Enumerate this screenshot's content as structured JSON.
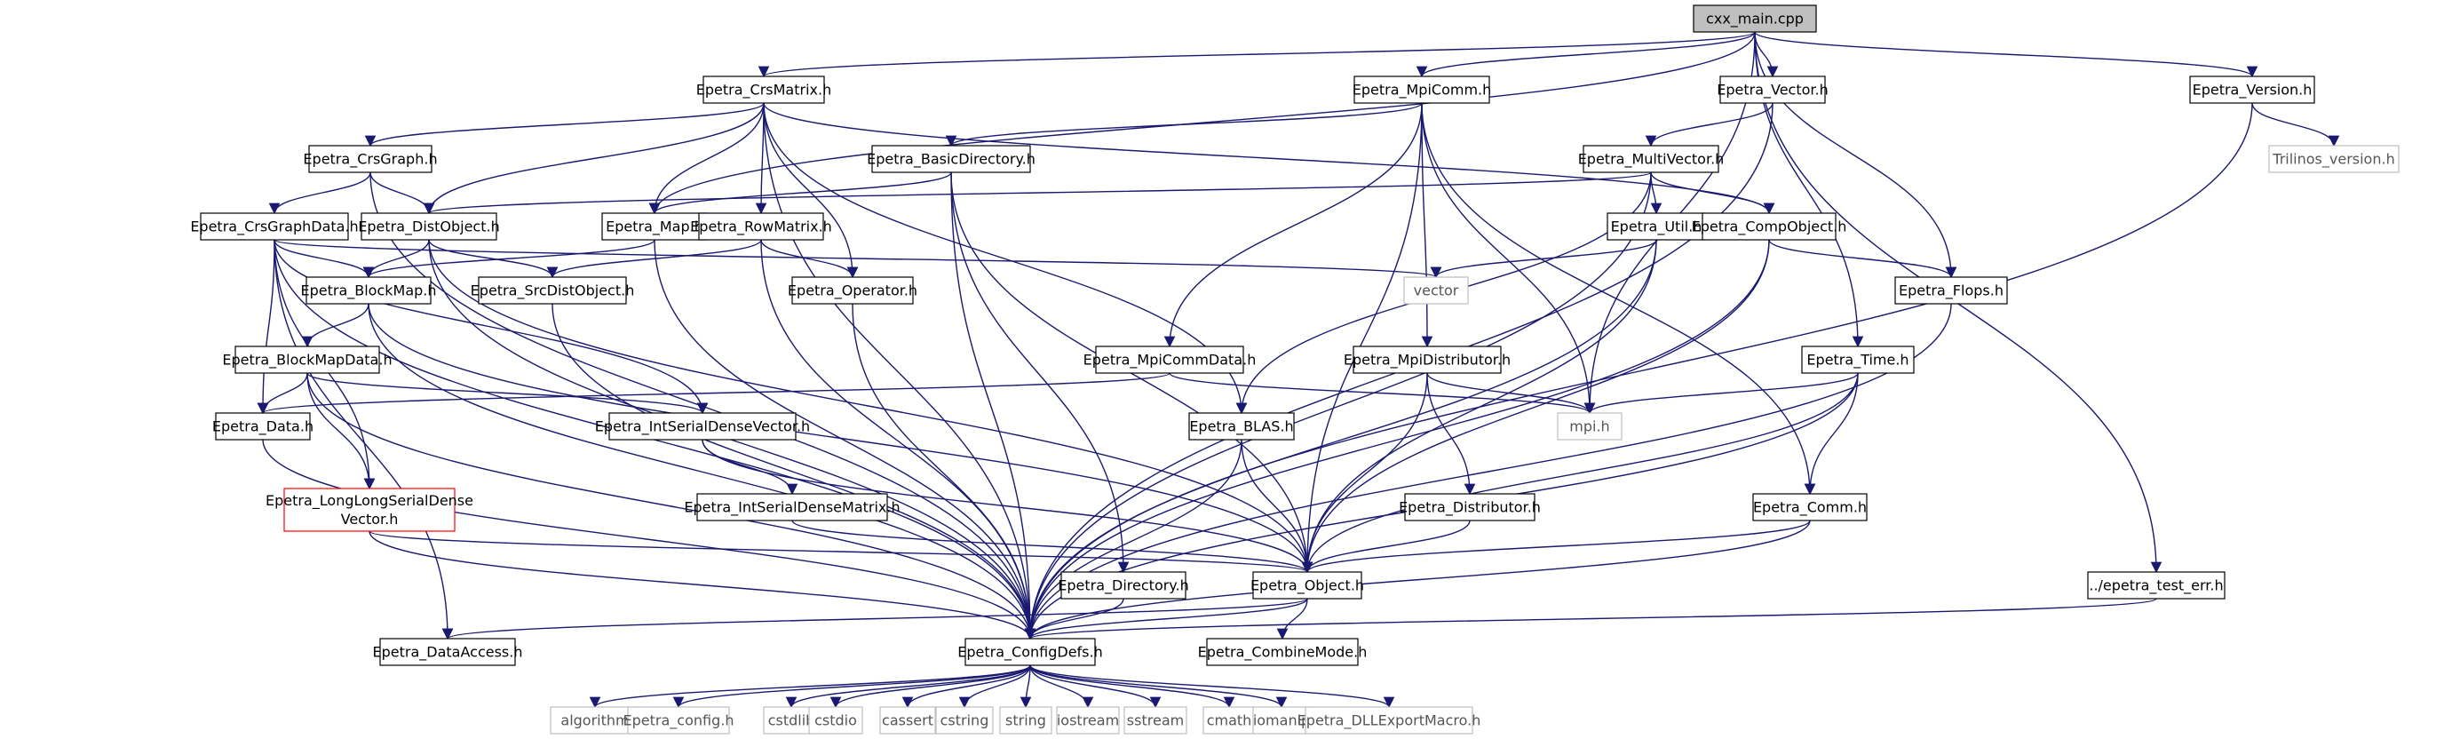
{
  "colors": {
    "edge": "#191970",
    "box_default": "#000000",
    "box_root_fill": "#bfbfbf",
    "box_highlight": "#ff0000",
    "box_dim": "#bfbfbf",
    "text": "#000000",
    "text_dim": "#555555"
  },
  "nodes": [
    {
      "id": "cxx_main",
      "label": "cxx_main.cpp",
      "style": "root"
    },
    {
      "id": "crsmatrix",
      "label": "Epetra_CrsMatrix.h",
      "style": "normal"
    },
    {
      "id": "mpicomm",
      "label": "Epetra_MpiComm.h",
      "style": "normal"
    },
    {
      "id": "vector",
      "label": "Epetra_Vector.h",
      "style": "normal"
    },
    {
      "id": "version",
      "label": "Epetra_Version.h",
      "style": "normal"
    },
    {
      "id": "trilinos_version",
      "label": "Trilinos_version.h",
      "style": "dim"
    },
    {
      "id": "crsgraph",
      "label": "Epetra_CrsGraph.h",
      "style": "normal"
    },
    {
      "id": "basicdir",
      "label": "Epetra_BasicDirectory.h",
      "style": "normal"
    },
    {
      "id": "multivector",
      "label": "Epetra_MultiVector.h",
      "style": "normal"
    },
    {
      "id": "crsgraphdata",
      "label": "Epetra_CrsGraphData.h",
      "style": "normal"
    },
    {
      "id": "distobject",
      "label": "Epetra_DistObject.h",
      "style": "normal"
    },
    {
      "id": "map",
      "label": "Epetra_Map.h",
      "style": "normal"
    },
    {
      "id": "rowmatrix",
      "label": "Epetra_RowMatrix.h",
      "style": "normal"
    },
    {
      "id": "util",
      "label": "Epetra_Util.h",
      "style": "normal"
    },
    {
      "id": "compobject",
      "label": "Epetra_CompObject.h",
      "style": "normal"
    },
    {
      "id": "blockmap",
      "label": "Epetra_BlockMap.h",
      "style": "normal"
    },
    {
      "id": "srcdistobject",
      "label": "Epetra_SrcDistObject.h",
      "style": "normal"
    },
    {
      "id": "operator",
      "label": "Epetra_Operator.h",
      "style": "normal"
    },
    {
      "id": "vector_std",
      "label": "vector",
      "style": "dim"
    },
    {
      "id": "flops",
      "label": "Epetra_Flops.h",
      "style": "normal"
    },
    {
      "id": "blockmapdata",
      "label": "Epetra_BlockMapData.h",
      "style": "normal"
    },
    {
      "id": "mpicommdata",
      "label": "Epetra_MpiCommData.h",
      "style": "normal"
    },
    {
      "id": "mpidistributor",
      "label": "Epetra_MpiDistributor.h",
      "style": "normal"
    },
    {
      "id": "time",
      "label": "Epetra_Time.h",
      "style": "normal"
    },
    {
      "id": "data",
      "label": "Epetra_Data.h",
      "style": "normal"
    },
    {
      "id": "intserialdensevector",
      "label": "Epetra_IntSerialDenseVector.h",
      "style": "normal"
    },
    {
      "id": "blas",
      "label": "Epetra_BLAS.h",
      "style": "normal"
    },
    {
      "id": "mpi",
      "label": "mpi.h",
      "style": "dim"
    },
    {
      "id": "longlong",
      "label": "Epetra_LongLongSerialDense",
      "label2": "Vector.h",
      "style": "highlight"
    },
    {
      "id": "intserialdensematrix",
      "label": "Epetra_IntSerialDenseMatrix.h",
      "style": "normal"
    },
    {
      "id": "distributor",
      "label": "Epetra_Distributor.h",
      "style": "normal"
    },
    {
      "id": "comm",
      "label": "Epetra_Comm.h",
      "style": "normal"
    },
    {
      "id": "directory",
      "label": "Epetra_Directory.h",
      "style": "normal"
    },
    {
      "id": "object",
      "label": "Epetra_Object.h",
      "style": "normal"
    },
    {
      "id": "epetra_test_err",
      "label": "../epetra_test_err.h",
      "style": "normal"
    },
    {
      "id": "dataaccess",
      "label": "Epetra_DataAccess.h",
      "style": "normal"
    },
    {
      "id": "configdefs",
      "label": "Epetra_ConfigDefs.h",
      "style": "normal"
    },
    {
      "id": "combinemode",
      "label": "Epetra_CombineMode.h",
      "style": "normal"
    },
    {
      "id": "algorithm",
      "label": "algorithm",
      "style": "dim"
    },
    {
      "id": "epetra_config",
      "label": "Epetra_config.h",
      "style": "dim"
    },
    {
      "id": "cstdlib",
      "label": "cstdlib",
      "style": "dim"
    },
    {
      "id": "cstdio",
      "label": "cstdio",
      "style": "dim"
    },
    {
      "id": "cassert",
      "label": "cassert",
      "style": "dim"
    },
    {
      "id": "cstring",
      "label": "cstring",
      "style": "dim"
    },
    {
      "id": "string",
      "label": "string",
      "style": "dim"
    },
    {
      "id": "iostream",
      "label": "iostream",
      "style": "dim"
    },
    {
      "id": "sstream",
      "label": "sstream",
      "style": "dim"
    },
    {
      "id": "cmath",
      "label": "cmath",
      "style": "dim"
    },
    {
      "id": "iomanip",
      "label": "iomanip",
      "style": "dim"
    },
    {
      "id": "dllexport",
      "label": "Epetra_DLLExportMacro.h",
      "style": "dim"
    }
  ],
  "edges": [
    [
      "cxx_main",
      "crsmatrix"
    ],
    [
      "cxx_main",
      "mpicomm"
    ],
    [
      "cxx_main",
      "vector"
    ],
    [
      "cxx_main",
      "version"
    ],
    [
      "cxx_main",
      "map"
    ],
    [
      "cxx_main",
      "mpi"
    ],
    [
      "cxx_main",
      "flops"
    ],
    [
      "cxx_main",
      "time"
    ],
    [
      "cxx_main",
      "epetra_test_err"
    ],
    [
      "crsmatrix",
      "crsgraph"
    ],
    [
      "crsmatrix",
      "distobject"
    ],
    [
      "crsmatrix",
      "map"
    ],
    [
      "crsmatrix",
      "rowmatrix"
    ],
    [
      "crsmatrix",
      "operator"
    ],
    [
      "crsmatrix",
      "compobject"
    ],
    [
      "crsmatrix",
      "blas"
    ],
    [
      "crsmatrix",
      "configdefs"
    ],
    [
      "version",
      "trilinos_version"
    ],
    [
      "version",
      "configdefs"
    ],
    [
      "mpicomm",
      "basicdir"
    ],
    [
      "mpicomm",
      "mpicommdata"
    ],
    [
      "mpicomm",
      "mpidistributor"
    ],
    [
      "mpicomm",
      "mpi"
    ],
    [
      "mpicomm",
      "object"
    ],
    [
      "mpicomm",
      "comm"
    ],
    [
      "vector",
      "multivector"
    ],
    [
      "vector",
      "configdefs"
    ],
    [
      "crsgraph",
      "crsgraphdata"
    ],
    [
      "crsgraph",
      "distobject"
    ],
    [
      "crsgraph",
      "configdefs"
    ],
    [
      "basicdir",
      "map"
    ],
    [
      "basicdir",
      "directory"
    ],
    [
      "basicdir",
      "object"
    ],
    [
      "basicdir",
      "configdefs"
    ],
    [
      "multivector",
      "distobject"
    ],
    [
      "multivector",
      "compobject"
    ],
    [
      "multivector",
      "util"
    ],
    [
      "multivector",
      "blas"
    ],
    [
      "multivector",
      "configdefs"
    ],
    [
      "crsgraphdata",
      "blockmap"
    ],
    [
      "crsgraphdata",
      "data"
    ],
    [
      "crsgraphdata",
      "longlong"
    ],
    [
      "crsgraphdata",
      "intserialdensevector"
    ],
    [
      "crsgraphdata",
      "vector_std"
    ],
    [
      "crsgraphdata",
      "configdefs"
    ],
    [
      "crsgraphdata",
      "dataaccess"
    ],
    [
      "distobject",
      "blockmap"
    ],
    [
      "distobject",
      "srcdistobject"
    ],
    [
      "distobject",
      "object"
    ],
    [
      "distobject",
      "configdefs"
    ],
    [
      "map",
      "blockmap"
    ],
    [
      "map",
      "configdefs"
    ],
    [
      "rowmatrix",
      "operator"
    ],
    [
      "rowmatrix",
      "srcdistobject"
    ],
    [
      "rowmatrix",
      "configdefs"
    ],
    [
      "util",
      "vector_std"
    ],
    [
      "util",
      "object"
    ],
    [
      "util",
      "configdefs"
    ],
    [
      "compobject",
      "flops"
    ],
    [
      "compobject",
      "object"
    ],
    [
      "compobject",
      "configdefs"
    ],
    [
      "blockmap",
      "blockmapdata"
    ],
    [
      "blockmap",
      "object"
    ],
    [
      "blockmap",
      "configdefs"
    ],
    [
      "srcdistobject",
      "configdefs"
    ],
    [
      "operator",
      "configdefs"
    ],
    [
      "flops",
      "configdefs"
    ],
    [
      "blockmapdata",
      "data"
    ],
    [
      "blockmapdata",
      "longlong"
    ],
    [
      "blockmapdata",
      "intserialdensevector"
    ],
    [
      "blockmapdata",
      "configdefs"
    ],
    [
      "mpicommdata",
      "data"
    ],
    [
      "mpicommdata",
      "mpi"
    ],
    [
      "mpidistributor",
      "distributor"
    ],
    [
      "mpidistributor",
      "object"
    ],
    [
      "mpidistributor",
      "mpi"
    ],
    [
      "time",
      "mpi"
    ],
    [
      "time",
      "object"
    ],
    [
      "time",
      "comm"
    ],
    [
      "time",
      "configdefs"
    ],
    [
      "data",
      "configdefs"
    ],
    [
      "intserialdensevector",
      "intserialdensematrix"
    ],
    [
      "intserialdensevector",
      "object"
    ],
    [
      "blas",
      "object"
    ],
    [
      "blas",
      "configdefs"
    ],
    [
      "longlong",
      "object"
    ],
    [
      "longlong",
      "configdefs"
    ],
    [
      "intserialdensematrix",
      "object"
    ],
    [
      "distributor",
      "object"
    ],
    [
      "comm",
      "object"
    ],
    [
      "comm",
      "configdefs"
    ],
    [
      "directory",
      "configdefs"
    ],
    [
      "object",
      "configdefs"
    ],
    [
      "object",
      "combinemode"
    ],
    [
      "object",
      "dataaccess"
    ],
    [
      "epetra_test_err",
      "configdefs"
    ],
    [
      "configdefs",
      "algorithm"
    ],
    [
      "configdefs",
      "epetra_config"
    ],
    [
      "configdefs",
      "cstdlib"
    ],
    [
      "configdefs",
      "cstdio"
    ],
    [
      "configdefs",
      "cassert"
    ],
    [
      "configdefs",
      "cstring"
    ],
    [
      "configdefs",
      "string"
    ],
    [
      "configdefs",
      "iostream"
    ],
    [
      "configdefs",
      "sstream"
    ],
    [
      "configdefs",
      "cmath"
    ],
    [
      "configdefs",
      "iomanip"
    ],
    [
      "configdefs",
      "dllexport"
    ]
  ]
}
